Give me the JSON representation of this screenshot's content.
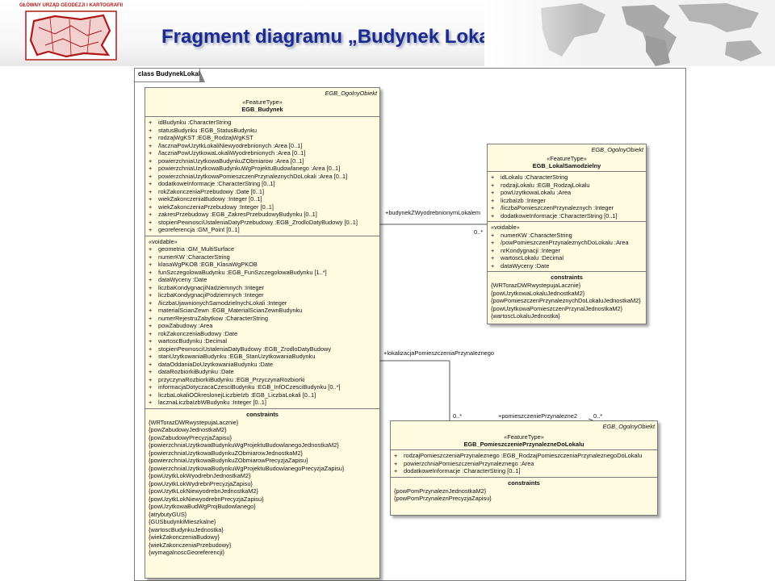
{
  "slide": {
    "title": "Fragment diagramu „Budynek Lokal”",
    "logo_text": "GŁÓWNY URZĄD GEODEZJI I KARTOGRAFII",
    "colors": {
      "title": "#1a2a8f",
      "logo_red": "#b01818",
      "class_fill": "#fffbe0"
    }
  },
  "diagram": {
    "label": "class BudynekLokal",
    "budynek": {
      "namespace": "EGB_OgolnyObiekt",
      "stereotype": "«FeatureType»",
      "name": "EGB_Budynek",
      "attributes": [
        {
          "vis": "+",
          "text": "idBudynku :CharacterString"
        },
        {
          "vis": "+",
          "text": "statusBudynku :EGB_StatusBudynku"
        },
        {
          "vis": "+",
          "text": "rodzajWgKST :EGB_RodzajWgKST"
        },
        {
          "vis": "+",
          "text": "/lacznaPowUzytkLokaliNiewyodrebnionych :Area [0..1]"
        },
        {
          "vis": "+",
          "text": "/lacznaPowUzytkowaLokaliWyodrebnionych :Area [0..1]"
        },
        {
          "vis": "+",
          "text": "powierzchniaUzytkowaBudynkuZObmiarow :Area [0..1]"
        },
        {
          "vis": "+",
          "text": "powierzchniaUzytkowaBudynkuWgProjektuBudowlanego :Area [0..1]"
        },
        {
          "vis": "+",
          "text": "powierzchniaUzytkowaPomieszczenPrzynaleznychDoLokali :Area [0..1]"
        },
        {
          "vis": "+",
          "text": "dodatkoweInformacje :CharacterString [0..1]"
        },
        {
          "vis": "+",
          "text": "rokZakonczeniaPrzebudowy :Date [0..1]"
        },
        {
          "vis": "+",
          "text": "wiekZakonczeniaBudowy :Integer [0..1]"
        },
        {
          "vis": "+",
          "text": "wiekZakonczeniaPrzebudowy :Integer [0..1]"
        },
        {
          "vis": "+",
          "text": "zakresPrzebudowy :EGB_ZakresPrzebudowyBudynku [0..1]"
        },
        {
          "vis": "+",
          "text": "stopienPewnosciUstaleniaDatyPrzebudowy :EGB_ZrodloDatyBudowy [0..1]"
        },
        {
          "vis": "+",
          "text": "georeferencja :GM_Point [0..1]"
        }
      ],
      "voidable_label": "«voidable»",
      "voidable": [
        {
          "vis": "+",
          "text": "geometria :GM_MultiSurface"
        },
        {
          "vis": "+",
          "text": "numerKW :CharacterString"
        },
        {
          "vis": "+",
          "text": "klasaWgPKOB :EGB_KlasaWgPKOB"
        },
        {
          "vis": "+",
          "text": "funSzczegolowaBudynku :EGB_FunSzczegolowaBudynku [1..*]"
        },
        {
          "vis": "+",
          "text": "dataWyceny :Date"
        },
        {
          "vis": "+",
          "text": "liczbaKondygnacjiNadziemnych :Integer"
        },
        {
          "vis": "+",
          "text": "liczbaKondygnacjiPodziemnych :Integer"
        },
        {
          "vis": "+",
          "text": "/liczbaUjawnionychSamodzielnychLokali :Integer"
        },
        {
          "vis": "+",
          "text": "materialScianZewn :EGB_MaterialScianZewnBudynku"
        },
        {
          "vis": "+",
          "text": "numerRejestruZabytkow :CharacterString"
        },
        {
          "vis": "+",
          "text": "powZabudowy :Area"
        },
        {
          "vis": "+",
          "text": "rokZakonczeniaBudowy :Date"
        },
        {
          "vis": "+",
          "text": "wartoscBudynku :Decimal"
        },
        {
          "vis": "+",
          "text": "stopienPewnosciUstaleniaDatyBudowy :EGB_ZrodloDatyBudowy"
        },
        {
          "vis": "+",
          "text": "stanUzytkowaniaBudynku :EGB_StanUzytkowaniaBudynku"
        },
        {
          "vis": "+",
          "text": "dataOddaniaDoUzytkowaniaBudynku :Date"
        },
        {
          "vis": "+",
          "text": "dataRozbiorkiBudynku :Date"
        },
        {
          "vis": "+",
          "text": "przyczynaRozbiorkiBudynku :EGB_PrzyczynaRozbiorki"
        },
        {
          "vis": "+",
          "text": "informacjaDotyczacaCzesciBudynku :EGB_InfOCzesciBudynku [0..*]"
        },
        {
          "vis": "+",
          "text": "liczbaLokaliOOkreslonejLiczbieIzb :EGB_LiczbaLokali [0..1]"
        },
        {
          "vis": "+",
          "text": "lacznaLiczbaIzbWBudynku :Integer [0..1]"
        }
      ],
      "constraints_label": "constraints",
      "constraints": [
        "{WRTorazDWRwystepujaLacznie}",
        "{powZabudowyJednostkaM2}",
        "{powZabudowyPrecyzjaZapisu}",
        "{powierzchniaUzytkowaBudynkuWgProjektuBudowlanegoJednostkaM2}",
        "{powierzchniaUzytkowaBudynkuZObmiarowJednostkaM2}",
        "{powierzchniaUzytkowaBudynkuZObmiarowPrecyzjaZapisu}",
        "{powierzchniaUzytkowaBudynkuWgProjektuBudowlanegoPrecyzjaZapisu}",
        "{powUzytkLokWyodrebnJednostkaM2}",
        "{powUzytkLokWydrebnPrecyzjaZapisu}",
        "{powUzytkLokNiewyodrebnJednostkaM2}",
        "{powUzytkLokNiewyodrebnPrecyzjaZapisu}",
        "{powUzytkowaBudWgProjBudowlanego}",
        "{atrybutyGUS}",
        "{GUSbudynkiMieszkalne}",
        "{wartoscBudynkuJednostka}",
        "{wiekZakonczeniaBudowy}",
        "{wiekZakonczeniaPrzebudowy}",
        "{wymagalnoscGeoreferencji}"
      ]
    },
    "lokal": {
      "namespace": "EGB_OgolnyObiekt",
      "stereotype": "«FeatureType»",
      "name": "EGB_LokalSamodzielny",
      "attributes": [
        {
          "vis": "+",
          "text": "idLokalu :CharacterString"
        },
        {
          "vis": "+",
          "text": "rodzajLokalu :EGB_RodzajLokalu"
        },
        {
          "vis": "+",
          "text": "powUzytkowaLokalu :Area"
        },
        {
          "vis": "+",
          "text": "liczbaIzb :Integer"
        },
        {
          "vis": "+",
          "text": "/liczbaPomieszczenPrzynaleznych :Integer"
        },
        {
          "vis": "+",
          "text": "dodatkoweInformacje :CharacterString [0..1]"
        }
      ],
      "voidable_label": "«voidable»",
      "voidable": [
        {
          "vis": "+",
          "text": "numerKW :CharacterString"
        },
        {
          "vis": "+",
          "text": "/powPomieszczenPrzynaleznychDoLokalu :Area"
        },
        {
          "vis": "+",
          "text": "nrKondygnacji :Integer"
        },
        {
          "vis": "+",
          "text": "wartoscLokalu :Decimal"
        },
        {
          "vis": "+",
          "text": "dataWyceny :Date"
        }
      ],
      "constraints_label": "constraints",
      "constraints": [
        "{WRTorazDWRwystepujaLacznie}",
        "{powUzytkowaLokaluJednostkaM2}",
        "{powPomieszczenPrzynaleznychDoLokaluJednostkaM2}",
        "{powUzytkowaPomieszczenPrzynalJednostkaM2}",
        "{wartoscLokaluJednostka}"
      ]
    },
    "pomieszczenie": {
      "namespace": "EGB_OgolnyObiekt",
      "stereotype": "«FeatureType»",
      "name": "EGB_PomieszczeniePrzynalezneDoLokalu",
      "attributes": [
        {
          "vis": "+",
          "text": "rodzajPomieszczeniaPrzynaleznego :EGB_RodzajPomieszczeniaPrzynaleznegoDoLokalu"
        },
        {
          "vis": "+",
          "text": "powierzchniaPomieszczeniaPrzynaleznego :Area"
        },
        {
          "vis": "+",
          "text": "dodatkoweInformacje :CharacterString [0..1]"
        }
      ],
      "constraints_label": "constraints",
      "constraints": [
        "{powPomPrzynaleznJednostkaM2}",
        "{powPomPrzynaleznPrecyzjaZapisu}"
      ]
    },
    "associations": {
      "budynek_lokal_role": "+budynekZWyodrebnionymLokalem",
      "budynek_lokal_mult": "0..*",
      "pom_role": "+lokalizacjaPomieszczeniaPrzynaleznego",
      "pom_mult_left": "0..*",
      "pom_role2": "+pomieszczeniePrzynalezne2",
      "pom_mult_right": "0..*"
    }
  }
}
